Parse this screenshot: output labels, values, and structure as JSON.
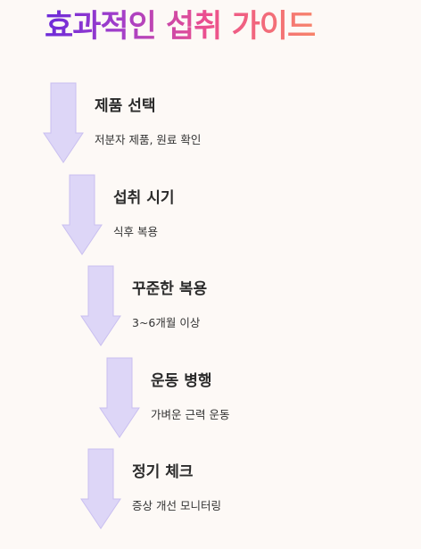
{
  "title": "효과적인 섭취 가이드",
  "colors": {
    "background": "#fdf9f6",
    "arrow_fill": "#ddd6f7",
    "arrow_stroke": "#c9bff0",
    "title_gradient": [
      "#6c2bd9",
      "#a33fc9",
      "#ec4f8e",
      "#f7836a"
    ]
  },
  "steps": [
    {
      "title": "제품 선택",
      "desc": "저분자 제품, 원료 확인"
    },
    {
      "title": "섭취 시기",
      "desc": "식후 복용"
    },
    {
      "title": "꾸준한 복용",
      "desc": "3~6개월 이상"
    },
    {
      "title": "운동 병행",
      "desc": "가벼운 근력 운동"
    },
    {
      "title": "정기 체크",
      "desc": "증상 개선 모니터링"
    }
  ]
}
